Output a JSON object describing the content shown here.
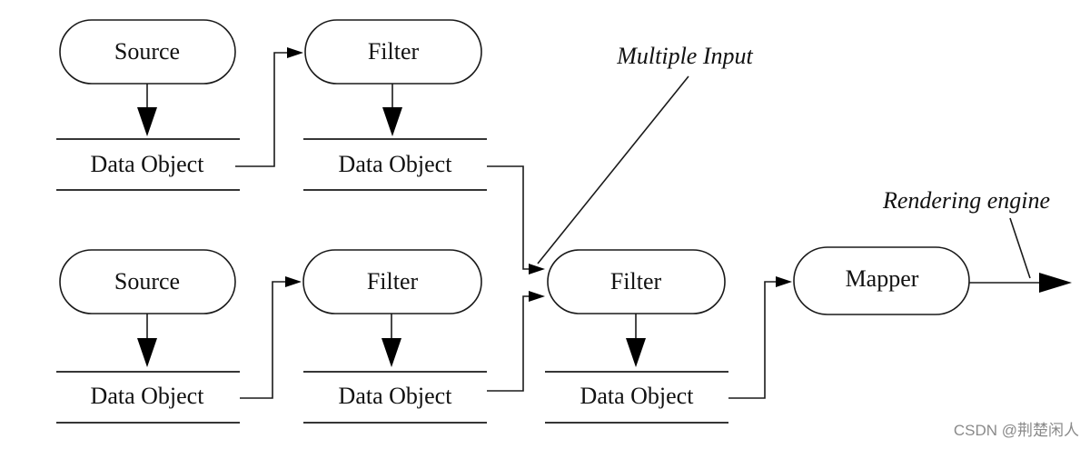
{
  "nodes": {
    "source_top": "Source",
    "filter_top": "Filter",
    "source_bottom": "Source",
    "filter_bottom": "Filter",
    "filter_merge": "Filter",
    "mapper": "Mapper"
  },
  "data_objects": {
    "source_top": "Data Object",
    "filter_top": "Data Object",
    "source_bottom": "Data Object",
    "filter_bottom": "Data Object",
    "filter_merge": "Data Object"
  },
  "annotations": {
    "multiple_input": "Multiple Input",
    "rendering_engine": "Rendering engine"
  },
  "watermark": "CSDN @荆楚闲人",
  "colors": {
    "stroke": "#1a1a1a",
    "arrow_fill": "#000000",
    "watermark": "#8a8a8a"
  }
}
